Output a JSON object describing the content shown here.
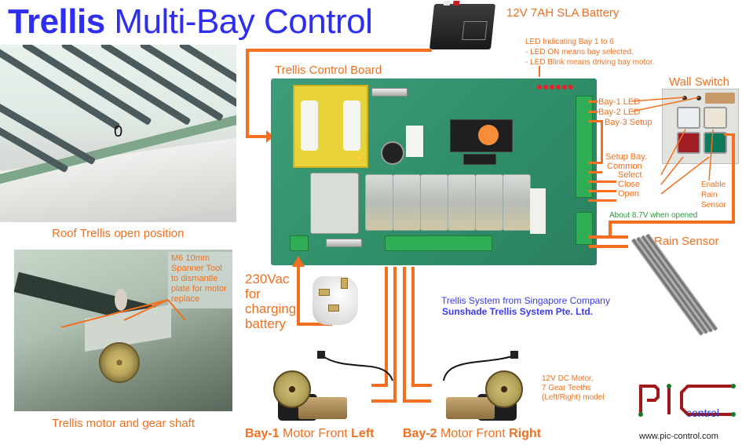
{
  "title": {
    "bold": "Trellis",
    "rest": " Multi-Bay Control"
  },
  "labels": {
    "battery": "12V 7AH SLA Battery",
    "board": "Trellis Control Board",
    "led_note": [
      "LED Indicating Bay 1 to 6",
      "- LED ON means bay selected.",
      "- LED Blink means driving bay motor."
    ],
    "wall_switch": "Wall Switch",
    "terminals": {
      "bay1_led": "Bay-1 LED",
      "bay2_led": "Bay-2 LED",
      "bay3_setup": "Bay-3 Setup",
      "setup_bay": "Setup Bay.",
      "common": "Common",
      "select": "Select",
      "close": "Close",
      "open": "Open"
    },
    "enable_rain": [
      "Enable",
      "Rain",
      "Sensor"
    ],
    "voltage_note": "About 8.7V when opened",
    "rain_sensor": "Rain Sensor",
    "roof_caption": "Roof Trellis open position",
    "roof_marker": "0",
    "spanner_note": [
      "M6 10mm",
      "Spanner Tool",
      "to dismantle",
      "plate for motor",
      "replace"
    ],
    "motor_caption": "Trellis motor and gear shaft",
    "ac_note": [
      "230Vac",
      "for",
      "charging",
      "battery"
    ],
    "company_line1": "Trellis System from Singapore Company",
    "company_line2": "Sunshade Trellis System Pte. Ltd.",
    "motor_spec": [
      "12V DC Motor,",
      "7 Gear Teeths",
      "(Left/Right) model"
    ],
    "bay1_motor": {
      "bay": "Bay-1",
      "mid": " Motor Front ",
      "side": "Left"
    },
    "bay2_motor": {
      "bay": "Bay-2",
      "mid": " Motor Front ",
      "side": "Right"
    },
    "logo_text": "control",
    "logo_url": "www.pic-control.com"
  },
  "colors": {
    "title": "#2e2ef0",
    "annotation": "#f07020",
    "wire": "#f47020",
    "company": "#3a3af0",
    "voltage_note": "#2a9a3a",
    "logo_red": "#a01818",
    "logo_dot": "#1a7a2a"
  }
}
